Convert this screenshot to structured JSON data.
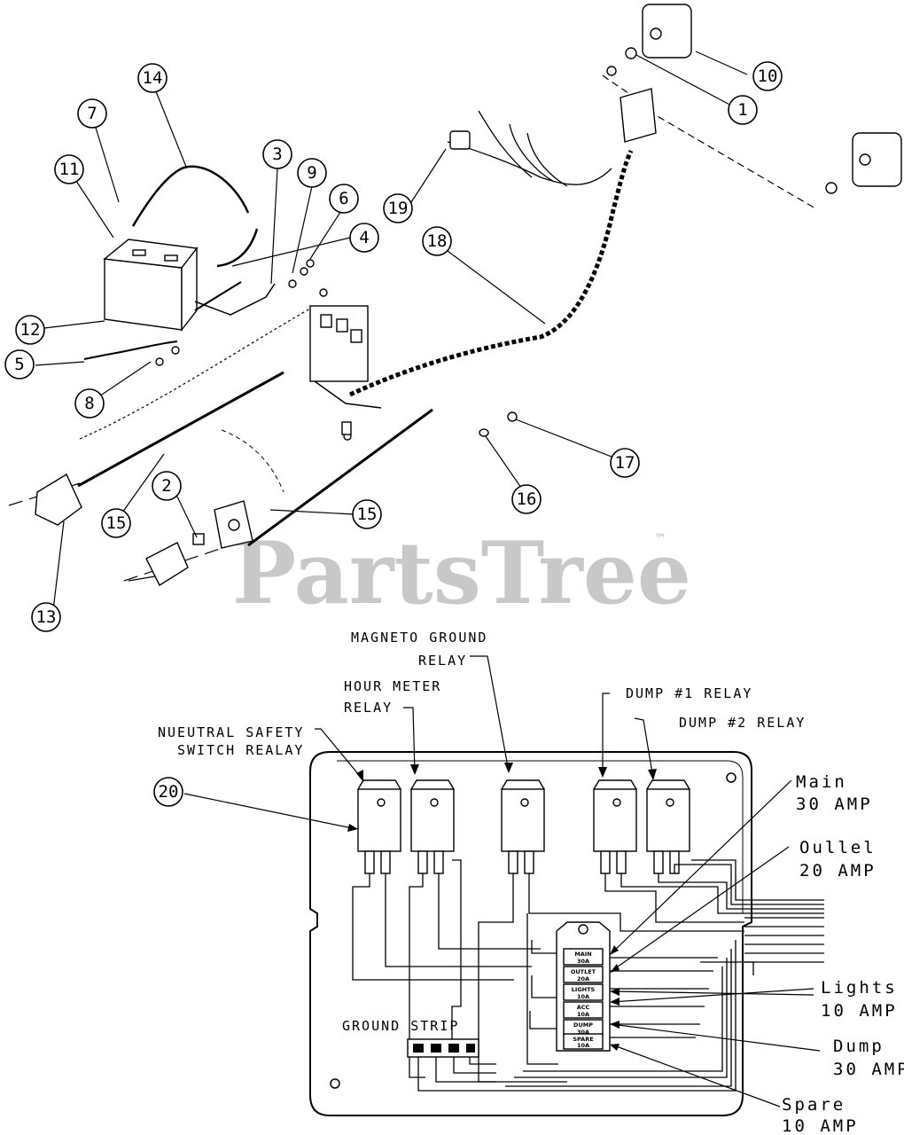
{
  "watermark": {
    "text": "PartsTree",
    "tm": "™"
  },
  "callouts": [
    "1",
    "2",
    "3",
    "4",
    "5",
    "6",
    "7",
    "8",
    "9",
    "10",
    "11",
    "12",
    "13",
    "14",
    "15",
    "15",
    "16",
    "17",
    "18",
    "19",
    "20"
  ],
  "labels": {
    "magneto_ground": "MAGNETO GROUND",
    "magneto_relay": "RELAY",
    "hour_meter": "HOUR METER",
    "hour_meter_relay": "RELAY",
    "neutral_safety_1": "NUEUTRAL SAFETY",
    "neutral_safety_2": "SWITCH REALAY",
    "dump1": "DUMP #1 RELAY",
    "dump2": "DUMP #2 RELAY",
    "main_1": "Main",
    "main_2": "30 AMP",
    "outlet_1": "Oullel",
    "outlet_2": "20 AMP",
    "lights_1": "Lights",
    "lights_2": "10 AMP",
    "dump_1": "Dump",
    "dump_2": "30 AMP",
    "spare_1": "Spare",
    "spare_2": "10 AMP",
    "ground_strip": "GROUND STRIP"
  },
  "fuses": [
    {
      "name": "MAIN",
      "amp": "30A"
    },
    {
      "name": "OUTLET",
      "amp": "20A"
    },
    {
      "name": "LIGHTS",
      "amp": "10A"
    },
    {
      "name": "ACC",
      "amp": "10A"
    },
    {
      "name": "DUMP",
      "amp": "30A"
    },
    {
      "name": "SPARE",
      "amp": "10A"
    }
  ]
}
